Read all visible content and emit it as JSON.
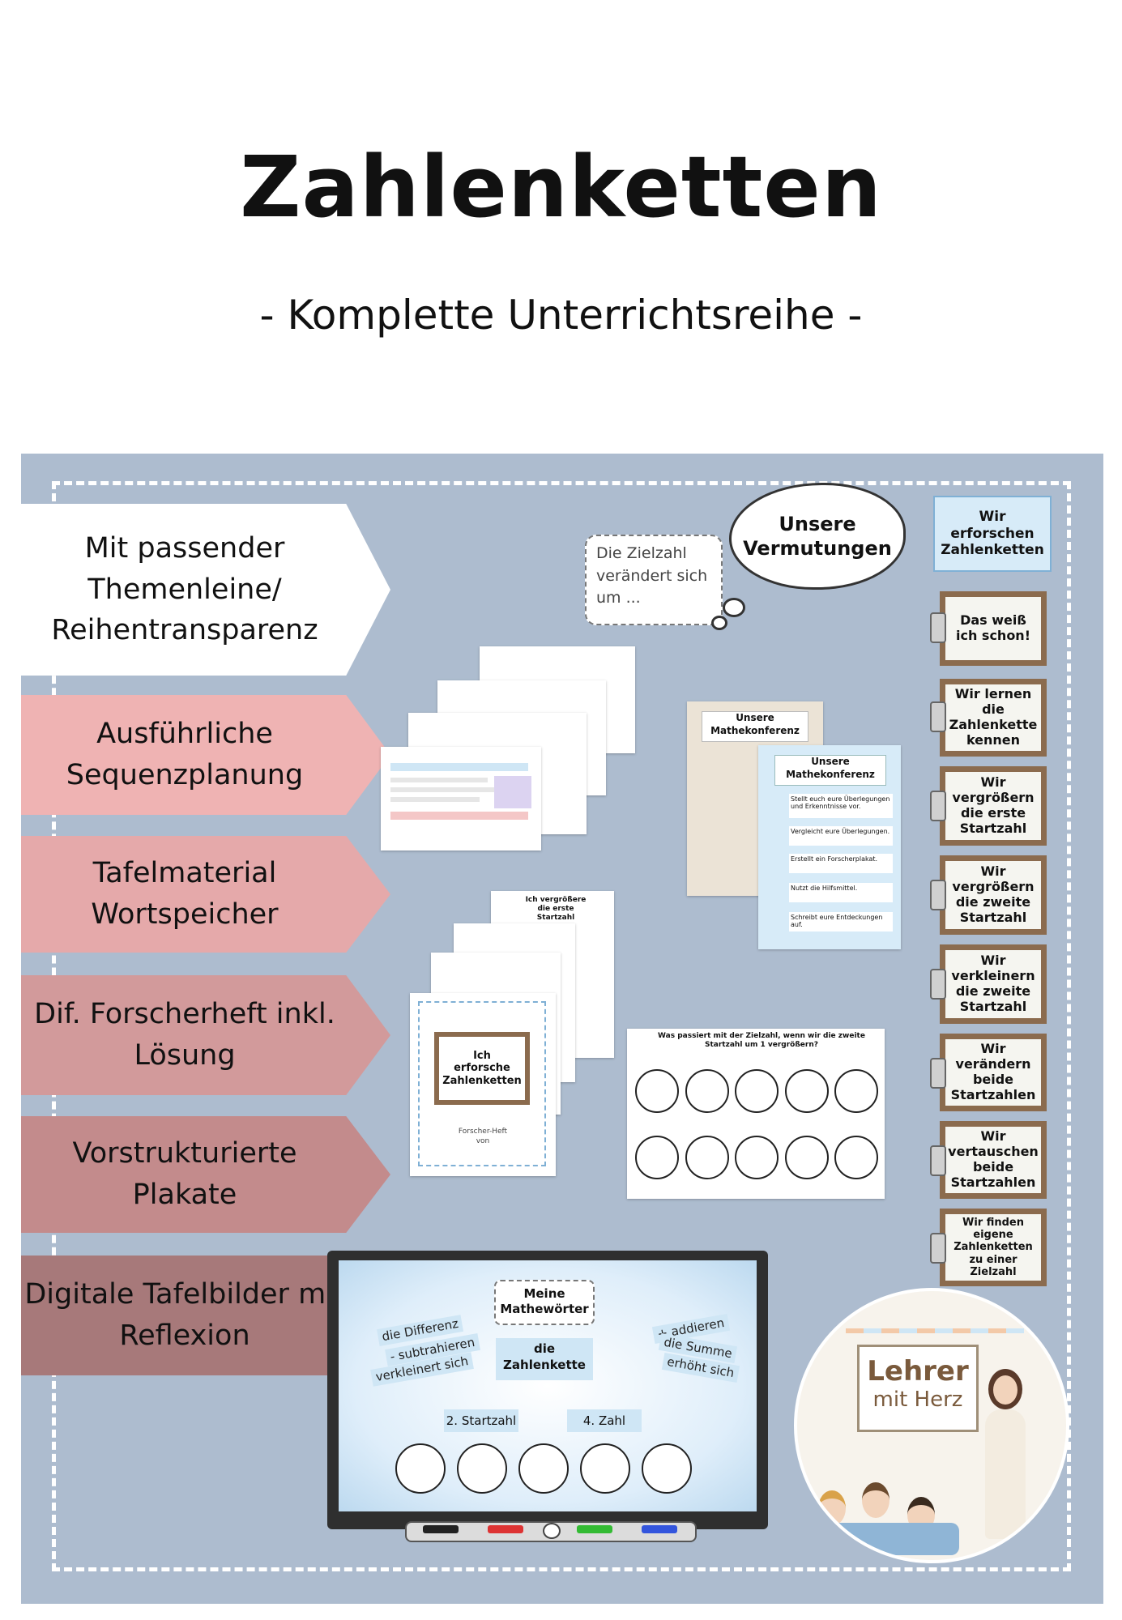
{
  "header": {
    "title": "Zahlenketten",
    "subtitle": "- Komplette Unterrichtsreihe -"
  },
  "features": [
    {
      "lines": [
        "Mit passender",
        "Themenleine/",
        "Reihentransparenz"
      ]
    },
    {
      "lines": [
        "Ausführliche",
        "Sequenzplanung"
      ]
    },
    {
      "lines": [
        "Tafelmaterial",
        "Wortspeicher"
      ]
    },
    {
      "lines": [
        "Dif. Forscherheft inkl.",
        "Lösung"
      ]
    },
    {
      "lines": [
        "Vorstrukturierte Plakate"
      ]
    },
    {
      "lines": [
        "Digitale Tafelbilder mit",
        "Reflexion"
      ]
    }
  ],
  "thought": {
    "bubble_text": [
      "Unsere",
      "Vermutungen"
    ],
    "note_text": [
      "Die Zielzahl",
      "verändert sich",
      "um ..."
    ]
  },
  "theme_cards": [
    {
      "lines": [
        "Wir",
        "erforschen",
        "Zahlenketten"
      ]
    },
    {
      "lines": [
        "Das weiß",
        "ich schon!"
      ]
    },
    {
      "lines": [
        "Wir lernen",
        "die",
        "Zahlenkette",
        "kennen"
      ]
    },
    {
      "lines": [
        "Wir",
        "vergrößern",
        "die erste",
        "Startzahl"
      ]
    },
    {
      "lines": [
        "Wir",
        "vergrößern",
        "die zweite",
        "Startzahl"
      ]
    },
    {
      "lines": [
        "Wir",
        "verkleinern",
        "die zweite",
        "Startzahl"
      ]
    },
    {
      "lines": [
        "Wir",
        "verändern",
        "beide",
        "Startzahlen"
      ]
    },
    {
      "lines": [
        "Wir",
        "vertauschen",
        "beide",
        "Startzahlen"
      ]
    },
    {
      "lines": [
        "Wir finden",
        "eigene",
        "Zahlenketten",
        "zu einer",
        "Zielzahl"
      ]
    }
  ],
  "mathekonferenz": {
    "title": [
      "Unsere",
      "Mathekonferenz"
    ],
    "steps": [
      "Stellt euch eure Überlegungen und Erkenntnisse vor.",
      "Vergleicht eure Überlegungen.",
      "Erstellt ein Forscherplakat.",
      "Nutzt die Hilfsmittel.",
      "Schreibt eure Entdeckungen auf."
    ]
  },
  "forscherheft": {
    "cover_title": [
      "Ich",
      "erforsche",
      "Zahlenketten"
    ],
    "cover_footer": [
      "Forscher-Heft",
      "von"
    ],
    "page_title": [
      "Ich vergrößere",
      "die erste Startzahl"
    ]
  },
  "poster": {
    "question": "Was passiert mit der Zielzahl, wenn wir die zweite Startzahl um 1 vergrößern?"
  },
  "digital_board": {
    "heading": [
      "Meine",
      "Mathewörter"
    ],
    "center_word": [
      "die",
      "Zahlenkette"
    ],
    "left_words": [
      "die Differenz",
      "- subtrahieren",
      "verkleinert sich"
    ],
    "right_words": [
      "+ addieren",
      "die Summe",
      "erhöht sich"
    ],
    "label_a": "2. Startzahl",
    "label_b": "4. Zahl"
  },
  "logo": {
    "line1": "Lehrer",
    "line2": "mit Herz"
  },
  "colors": {
    "board": "#adbccf",
    "arrow_white": "#ffffff",
    "arrow_pink_1": "#efb3b3",
    "arrow_pink_2": "#e5a9aa",
    "arrow_rose_1": "#d29a9b",
    "arrow_rose_2": "#c38b8c",
    "arrow_rose_3": "#a7797a",
    "card_frame": "#8b6b4e"
  }
}
